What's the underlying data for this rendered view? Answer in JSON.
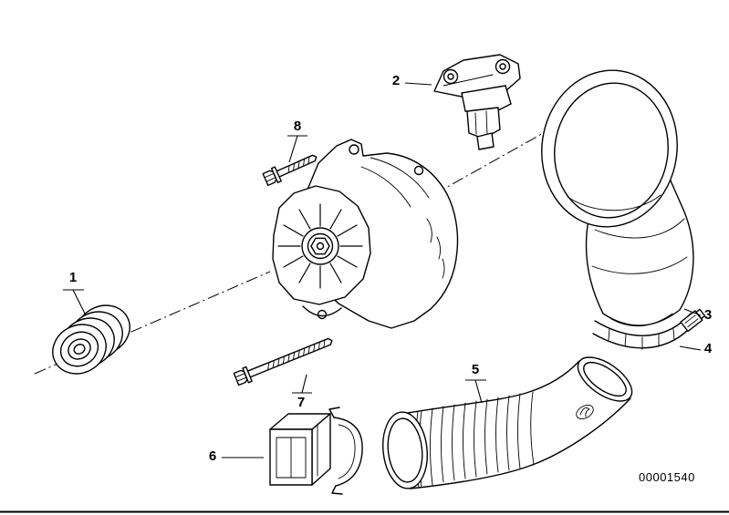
{
  "diagram": {
    "type": "exploded-parts-diagram",
    "subject": "alternator-with-air-ducts",
    "part_number": "00001540",
    "colors": {
      "line": "#000000",
      "background": "#ffffff"
    },
    "callouts": [
      {
        "label": "1",
        "part": "pulley"
      },
      {
        "label": "2",
        "part": "voltage-regulator"
      },
      {
        "label": "3",
        "part": "air-duct"
      },
      {
        "label": "4",
        "part": "hose-clamp"
      },
      {
        "label": "5",
        "part": "intake-hose"
      },
      {
        "label": "6",
        "part": "connector"
      },
      {
        "label": "7",
        "part": "long-bolt"
      },
      {
        "label": "8",
        "part": "short-bolt"
      }
    ]
  }
}
